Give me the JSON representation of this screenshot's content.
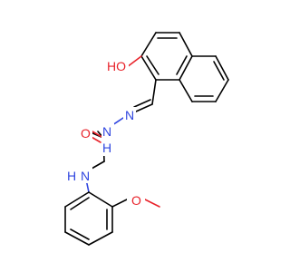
{
  "molecule": {
    "atom_labels": {
      "hydroxyl": "HO",
      "carbonyl_oxygen": "O",
      "hydrazone_n1": "N",
      "hydrazone_nh": "N",
      "hydrazone_nh_h": "H",
      "amine_n": "N",
      "amine_h": "H",
      "methoxy_o": "O"
    },
    "colors": {
      "carbon": "#000000",
      "oxygen": "#e8232b",
      "nitrogen": "#2f45e0"
    }
  }
}
